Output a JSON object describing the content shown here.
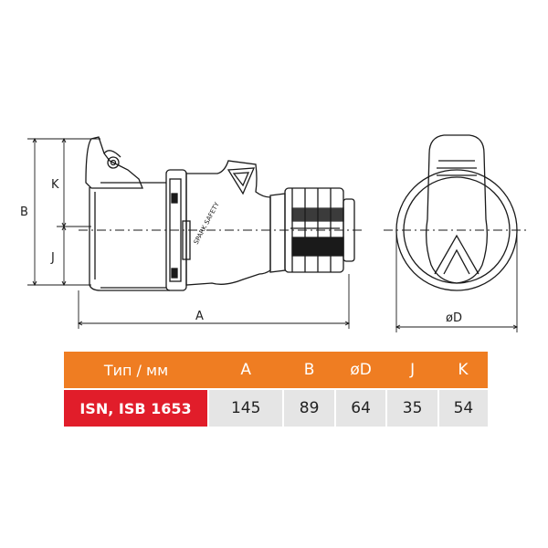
{
  "dimension_labels": {
    "A": "A",
    "B": "B",
    "K": "K",
    "J": "J",
    "D": "øD"
  },
  "table": {
    "header": [
      "Тип / мм",
      "A",
      "B",
      "øD",
      "J",
      "K"
    ],
    "rows": [
      {
        "model": "ISN, ISB 1653",
        "values": [
          "145",
          "89",
          "64",
          "35",
          "54"
        ]
      }
    ]
  },
  "colors": {
    "header_bg": "#ef7d22",
    "model_bg": "#e11d2a",
    "cell_bg": "#e5e5e5",
    "line": "#1a1a1a"
  }
}
